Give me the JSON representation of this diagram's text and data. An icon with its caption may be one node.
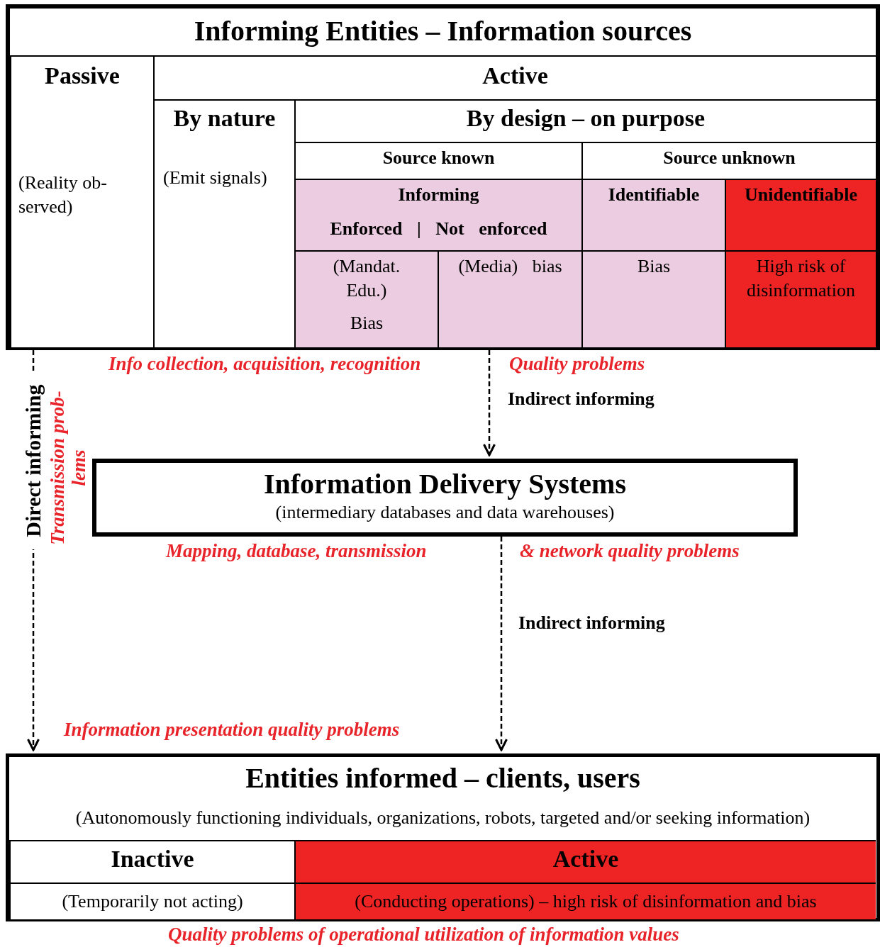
{
  "diagram": {
    "nodes": [
      {
        "text": [
          "Informing Entities – Information sources"
        ]
      },
      {
        "text": [
          "Passive",
          "(Reality ob- served)"
        ],
        "in": 0
      },
      {
        "text": [
          "Active"
        ],
        "in": 0
      },
      {
        "text": [
          "By nature",
          "(Emit signals)"
        ],
        "in": 0
      },
      {
        "text": [
          "By design – on purpose"
        ],
        "in": 0
      },
      {
        "text": [
          "Source known"
        ],
        "in": 0
      },
      {
        "text": [
          "Source unknown"
        ],
        "in": 0
      },
      {
        "text": [
          "Informing",
          "Enforced | Not enforced"
        ],
        "in": 0
      },
      {
        "text": [
          "Identifiable"
        ],
        "in": 0
      },
      {
        "text": [
          "Unidentifiable"
        ],
        "in": 0
      },
      {
        "text": [
          "(Mandat. Edu.)",
          "Bias"
        ],
        "in": 0
      },
      {
        "text": [
          "(Media) bias"
        ],
        "in": 0
      },
      {
        "text": [
          "Bias"
        ],
        "in": 0
      },
      {
        "text": [
          "High risk of disinformation"
        ],
        "in": 0
      },
      {
        "text": [
          "Information Delivery Systems",
          "(intermediary databases and data warehouses)"
        ]
      },
      {
        "text": [
          "Entities informed – clients, users",
          "(Autonomously functioning individuals, organizations, robots, targeted and/or seeking information)"
        ]
      },
      {
        "text": [
          "Inactive"
        ],
        "in": 15
      },
      {
        "text": [
          "Active"
        ],
        "in": 15
      },
      {
        "text": [
          "(Temporarily not acting)"
        ],
        "in": 15
      },
      {
        "text": [
          "(Conducting operations) – high risk of disinformation and bias"
        ],
        "in": 15
      }
    ],
    "edges": [
      {
        "from": 0,
        "to": 14,
        "arrow": "to",
        "style": "dashed",
        "label": "Indirect informing"
      },
      {
        "from": 14,
        "to": 15,
        "arrow": "to",
        "style": "dashed",
        "label": "Indirect informing"
      },
      {
        "from": 0,
        "to": 15,
        "arrow": "to",
        "style": "dashed",
        "label": "Direct informing"
      }
    ],
    "labels": [
      "Info collection, acquisition, recognition",
      "Quality problems",
      "Transmission prob- lems",
      "Mapping, database, transmission",
      "& network quality problems",
      "Information presentation quality problems",
      "Quality problems of operational utilization of information values"
    ]
  }
}
